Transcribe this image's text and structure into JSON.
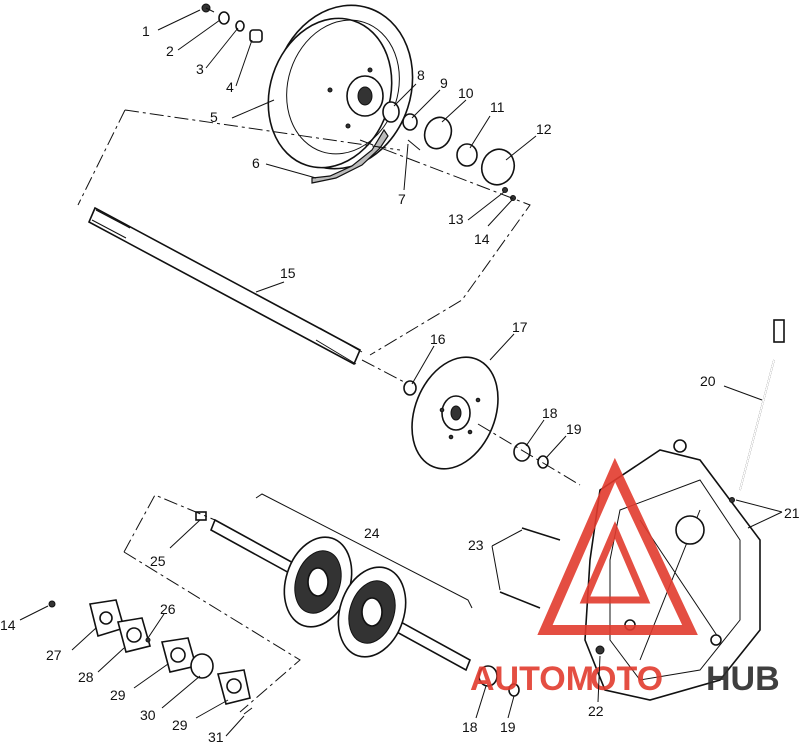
{
  "callouts": [
    "1",
    "2",
    "3",
    "4",
    "5",
    "6",
    "7",
    "8",
    "9",
    "10",
    "11",
    "12",
    "13",
    "14",
    "15",
    "16",
    "17",
    "18",
    "19",
    "20",
    "21",
    "22",
    "23",
    "24",
    "25",
    "26",
    "27",
    "28",
    "29",
    "30",
    "31"
  ],
  "callouts_dup": {
    "c14b": "14",
    "c18b": "18",
    "c19b": "19",
    "c29b": "29"
  },
  "watermark": {
    "part1": "AUTOM",
    "part2": "OTO",
    "part3": "HUB",
    "color": "#e23b2e",
    "dark": "#2b2b2b"
  }
}
